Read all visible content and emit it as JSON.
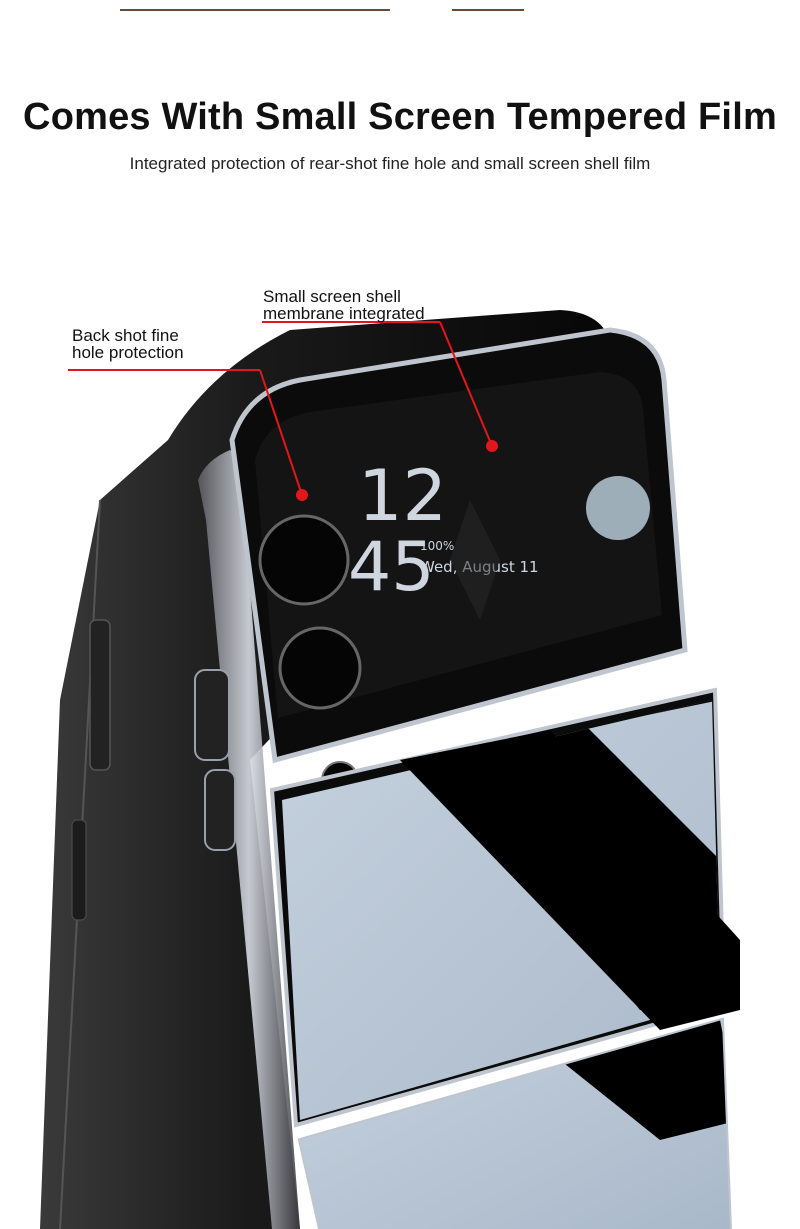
{
  "header": {
    "title": "Comes With Small Screen Tempered Film",
    "subtitle": "Integrated protection of rear-shot fine hole and small screen shell film"
  },
  "callouts": {
    "back_shot": {
      "line1": "Back shot fine",
      "line2": "hole protection"
    },
    "small_screen": {
      "line1": "Small screen shell",
      "line2": "membrane integrated"
    }
  },
  "cover_screen": {
    "hour": "12",
    "minute": "45",
    "battery": "100%",
    "date": "Wed, August 11"
  },
  "colors": {
    "accent_red": "#e3161b",
    "case_black": "#0a0a0a",
    "panel_blue": "#b9c6d6"
  }
}
